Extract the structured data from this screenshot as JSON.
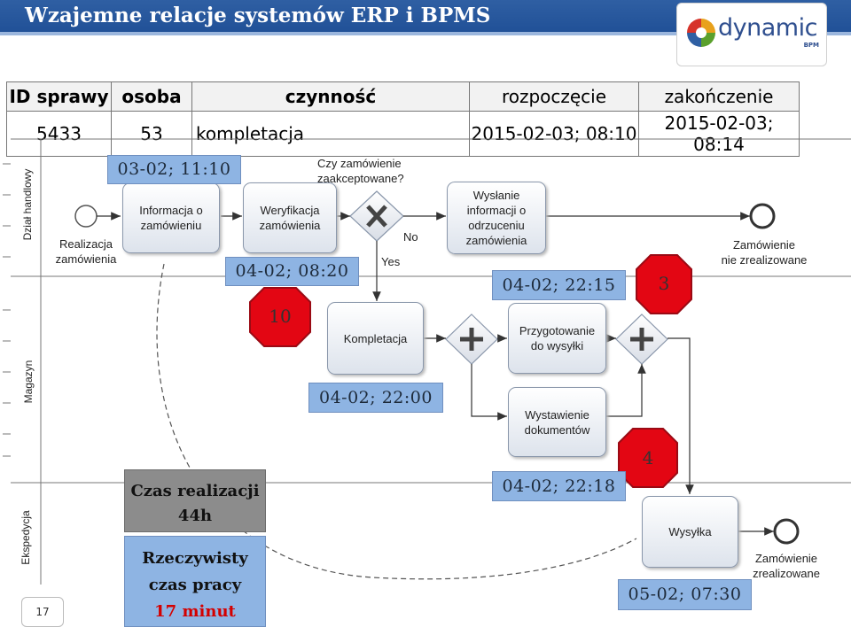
{
  "slide": {
    "title": "Wzajemne relacje systemów ERP i BPMS",
    "page_number": "17",
    "logo": {
      "name": "dynamic",
      "sub": "BPM"
    }
  },
  "case_table": {
    "headers": [
      "ID sprawy",
      "osoba",
      "czynność",
      "rozpoczęcie",
      "zakończenie"
    ],
    "row": [
      "5433",
      "53",
      "kompletacja",
      "2015-02-03; 08:10",
      "2015-02-03; 08:14"
    ]
  },
  "lanes": [
    "Dział handlowy",
    "Magazyn",
    "Ekspedycja"
  ],
  "process": {
    "start_event": "Realizacja\nzamówienia",
    "tasks": {
      "informacja": "Informacja o\nzamówieniu",
      "weryfikacja": "Weryfikacja\nzamówienia",
      "wyslanie": "Wysłanie\ninformacji o\nodrzuceniu\nzamówienia",
      "kompletacja": "Kompletacja",
      "przygotowanie": "Przygotowanie\ndo wysyłki",
      "wystawienie": "Wystawienie\ndokumentów",
      "wysylka": "Wysyłka"
    },
    "gateway_question": "Czy zamówienie\nzaakceptowane?",
    "gateway_no": "No",
    "gateway_yes": "Yes",
    "end_rejected": "Zamówienie\nnie zrealizowane",
    "end_done": "Zamówienie\nzrealizowane"
  },
  "timestamps": {
    "t1": "03-02; 11:10",
    "t2": "04-02; 08:20",
    "t3": "04-02; 22:15",
    "t4": "04-02; 22:00",
    "t5": "04-02; 22:18",
    "t6": "05-02; 07:30"
  },
  "durations": {
    "d10": "10",
    "d3": "3",
    "d4": "4"
  },
  "summary": {
    "realization_label": "Czas realizacji",
    "realization_value": "44h",
    "actual_label_1": "Rzeczywisty",
    "actual_label_2": "czas pracy",
    "actual_value": "17 minut"
  },
  "colors": {
    "title_bar": "#2f5fa3",
    "label_blue": "#8eb4e3",
    "octagon": "#e30613",
    "actual_value": "#d40000",
    "summary_gray": "#8c8c8c"
  }
}
